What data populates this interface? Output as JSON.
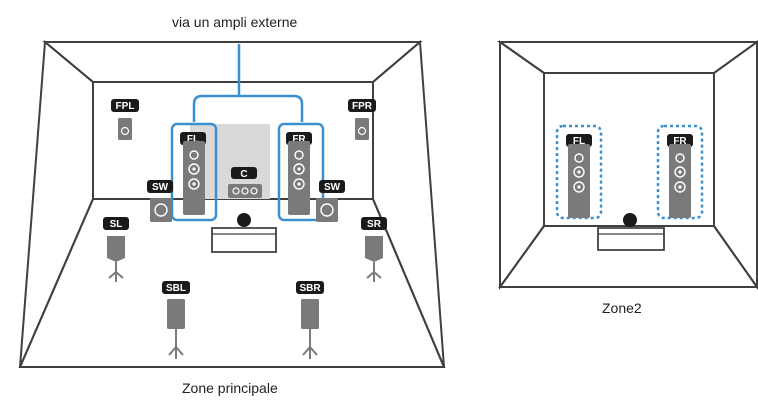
{
  "captions": {
    "external_amp": "via un ampli externe",
    "main_zone": "Zone principale",
    "zone2": "Zone2"
  },
  "main_zone_speakers": {
    "fpl": "FPL",
    "fpr": "FPR",
    "fl": "FL",
    "fr": "FR",
    "center": "C",
    "sw_left": "SW",
    "sw_right": "SW",
    "sl": "SL",
    "sr": "SR",
    "sbl": "SBL",
    "sbr": "SBR"
  },
  "zone2_speakers": {
    "fl": "FL",
    "fr": "FR"
  },
  "colors": {
    "room_line": "#404040",
    "label_bg": "#1a1a1a",
    "label_text": "#ffffff",
    "speaker_body": "#7a7a7a",
    "highlight_solid": "#3a8fcf",
    "highlight_dotted": "#3a8fcf",
    "screen": "#d9d9d9"
  }
}
